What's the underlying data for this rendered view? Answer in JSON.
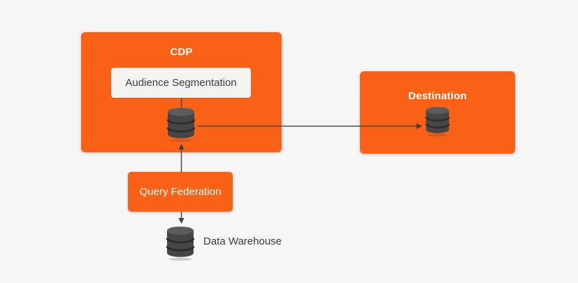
{
  "diagram": {
    "background_color": "#f6f6f6",
    "accent_color": "#f96216",
    "panel_color": "#f3f3f1",
    "database_icon_color": "#464646",
    "connector_color": "#4a4a4a",
    "nodes": {
      "cdp": {
        "label": "CDP",
        "type": "container"
      },
      "audience_segmentation": {
        "label": "Audience Segmentation",
        "type": "process"
      },
      "cdp_database": {
        "icon": "database-icon"
      },
      "destination": {
        "label": "Destination",
        "type": "container"
      },
      "destination_database": {
        "icon": "database-icon"
      },
      "query_federation": {
        "label": "Query Federation",
        "type": "process"
      },
      "data_warehouse": {
        "label": "Data Warehouse",
        "icon": "database-icon"
      }
    },
    "edges": [
      {
        "from": "audience_segmentation",
        "to": "cdp_database",
        "arrowhead": "none"
      },
      {
        "from": "query_federation",
        "to": "cdp_database",
        "arrowhead": "at-cdp-database"
      },
      {
        "from": "query_federation",
        "to": "data_warehouse",
        "arrowhead": "at-data-warehouse"
      },
      {
        "from": "cdp_database",
        "to": "destination_database",
        "arrowhead": "at-destination-database"
      }
    ]
  }
}
